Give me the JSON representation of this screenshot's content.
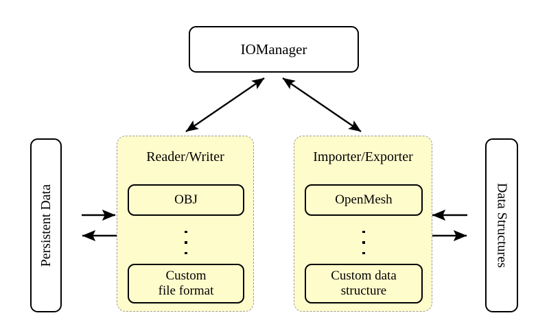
{
  "diagram": {
    "title_node": {
      "label": "IOManager"
    },
    "left_endpoint": {
      "label": "Persistent Data",
      "orientation": "vertical-bottom-to-top"
    },
    "right_endpoint": {
      "label": "Data Structures",
      "orientation": "vertical-top-to-bottom"
    },
    "groups": [
      {
        "name": "reader-writer",
        "title": "Reader/Writer",
        "items": [
          {
            "label": "OBJ"
          },
          {
            "label": "Custom\nfile format",
            "line1": "Custom",
            "line2": "file format"
          }
        ],
        "ellipsis": "⋮"
      },
      {
        "name": "importer-exporter",
        "title": "Importer/Exporter",
        "items": [
          {
            "label": "OpenMesh"
          },
          {
            "label": "Custom data\nstructure",
            "line1": "Custom data",
            "line2": "structure"
          }
        ],
        "ellipsis": "⋮"
      }
    ],
    "connections": [
      {
        "name": "iomanager-to-reader-writer",
        "type": "double-arrow",
        "from": "IOManager",
        "to": "Reader/Writer"
      },
      {
        "name": "iomanager-to-importer-exporter",
        "type": "double-arrow",
        "from": "IOManager",
        "to": "Importer/Exporter"
      },
      {
        "name": "persistent-data-to-reader-writer",
        "type": "arrow",
        "from": "Persistent Data",
        "to": "Reader/Writer"
      },
      {
        "name": "reader-writer-to-persistent-data",
        "type": "arrow",
        "from": "Reader/Writer",
        "to": "Persistent Data"
      },
      {
        "name": "data-structures-to-importer-exporter",
        "type": "arrow",
        "from": "Data Structures",
        "to": "Importer/Exporter"
      },
      {
        "name": "importer-exporter-to-data-structures",
        "type": "arrow",
        "from": "Importer/Exporter",
        "to": "Data Structures"
      }
    ],
    "colors": {
      "group_fill": "#fffccc",
      "group_border": "#9a9a9a",
      "node_border": "#000000",
      "node_fill": "#ffffff",
      "text": "#000000",
      "background": "#ffffff"
    }
  }
}
